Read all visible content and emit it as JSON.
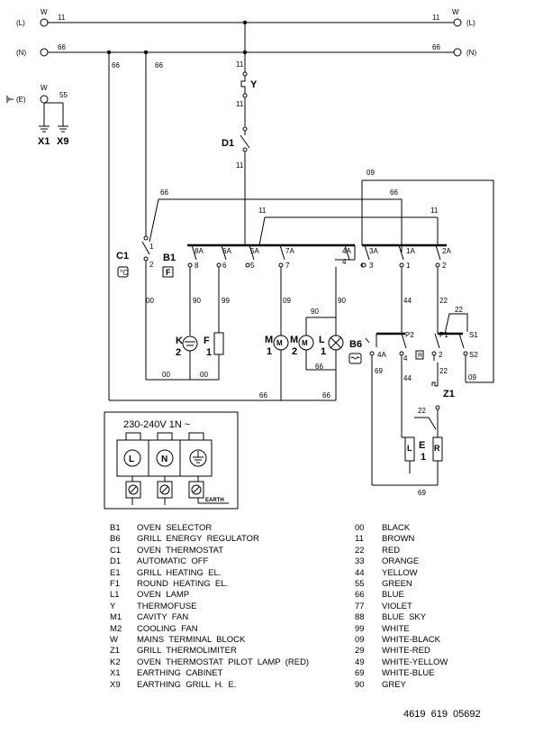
{
  "wires": {
    "L": "(L)",
    "N": "(N)",
    "E": "(E)",
    "W": "W",
    "L_right": "(L)",
    "N_right": "(N)",
    "w11": "11",
    "w66": "66",
    "w55": "55",
    "w09": "09",
    "w00": "00",
    "w90": "90",
    "w99": "99",
    "w44": "44",
    "w22": "22",
    "w69": "69"
  },
  "components": {
    "X1": "X1",
    "X9": "X9",
    "Y": "Y",
    "D1": "D1",
    "C1": "C1",
    "B1": "B1",
    "B6": "B6",
    "K": "K",
    "K2": "2",
    "F": "F",
    "F1": "1",
    "M1a": "M",
    "M1b": "1",
    "M2a": "M",
    "M2b": "2",
    "L1a": "L",
    "L1b": "1",
    "Z1": "Z1",
    "E1a": "E",
    "E1b": "1",
    "motor": "M",
    "lampL": "L",
    "heatR": "R"
  },
  "terminals": {
    "c1_1": "1",
    "c1_2": "2",
    "t8A": "8A",
    "t6A": "6A",
    "t5A": "5A",
    "t7A": "7A",
    "t4A": "4A",
    "t3A": "3A",
    "t1A": "1A",
    "t2A": "2A",
    "t8": "8",
    "t6": "6",
    "t5": "5",
    "t7": "7",
    "t4": "4",
    "t3": "3",
    "t1": "1",
    "t2": "2",
    "P2": "P2",
    "P1": "P1",
    "S1": "S1",
    "S2": "S2",
    "b6_4A": "4A",
    "b6_4": "4",
    "b6_2": "2",
    "b6_R": "R"
  },
  "terminal_block": {
    "title": "230-240V  1N ~",
    "L": "L",
    "N": "N",
    "earth": "EARTH"
  },
  "legend_components": [
    {
      "code": "B1",
      "desc": "OVEN  SELECTOR"
    },
    {
      "code": "B6",
      "desc": "GRILL  ENERGY  REGULATOR"
    },
    {
      "code": "C1",
      "desc": "OVEN  THERMOSTAT"
    },
    {
      "code": "D1",
      "desc": "AUTOMATIC  OFF"
    },
    {
      "code": "E1",
      "desc": "GRILL  HEATING  EL."
    },
    {
      "code": "F1",
      "desc": "ROUND  HEATING  EL."
    },
    {
      "code": "L1",
      "desc": "OVEN  LAMP"
    },
    {
      "code": "Y",
      "desc": "THERMOFUSE"
    },
    {
      "code": "M1",
      "desc": "CAVITY  FAN"
    },
    {
      "code": "M2",
      "desc": "COOLING  FAN"
    },
    {
      "code": "W",
      "desc": "MAINS  TERMINAL  BLOCK"
    },
    {
      "code": "Z1",
      "desc": "GRILL  THERMOLIMITER"
    },
    {
      "code": "K2",
      "desc": "OVEN  THERMOSTAT  PILOT  LAMP  (RED)"
    },
    {
      "code": "X1",
      "desc": "EARTHING  CABINET"
    },
    {
      "code": "X9",
      "desc": "EARTHING  GRILL  H.  E."
    }
  ],
  "legend_colors": [
    {
      "code": "00",
      "name": "BLACK"
    },
    {
      "code": "11",
      "name": "BROWN"
    },
    {
      "code": "22",
      "name": "RED"
    },
    {
      "code": "33",
      "name": "ORANGE"
    },
    {
      "code": "44",
      "name": "YELLOW"
    },
    {
      "code": "55",
      "name": "GREEN"
    },
    {
      "code": "66",
      "name": "BLUE"
    },
    {
      "code": "77",
      "name": "VIOLET"
    },
    {
      "code": "88",
      "name": "BLUE  SKY"
    },
    {
      "code": "99",
      "name": "WHITE"
    },
    {
      "code": "09",
      "name": "WHITE-BLACK"
    },
    {
      "code": "29",
      "name": "WHITE-RED"
    },
    {
      "code": "49",
      "name": "WHITE-YELLOW"
    },
    {
      "code": "69",
      "name": "WHITE-BLUE"
    },
    {
      "code": "90",
      "name": "GREY"
    }
  ],
  "doc_number": "4619  619  05692"
}
